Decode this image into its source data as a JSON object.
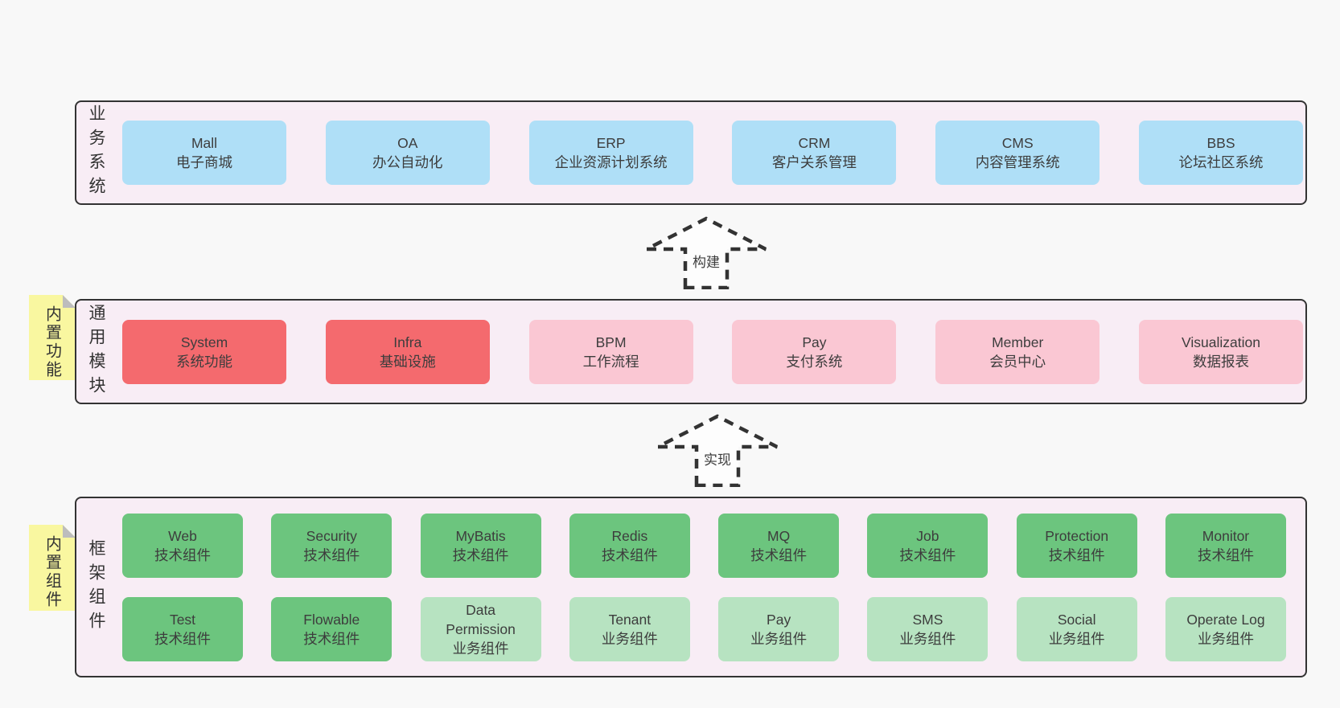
{
  "colors": {
    "page_bg": "#f8f8f8",
    "band_bg": "#f8edf5",
    "band_border": "#333333",
    "box_blue": "#afdff7",
    "box_red": "#f46a6e",
    "box_pink": "#fac7d3",
    "box_green": "#6cc57e",
    "box_green_light": "#b7e3c1",
    "note_bg": "#f9f7a0",
    "note_fold": "#bdbdbd",
    "text": "#3d3d3d"
  },
  "notes": [
    {
      "text": "内置功能"
    },
    {
      "text": "内置组件"
    }
  ],
  "arrows": [
    {
      "label": "构建"
    },
    {
      "label": "实现"
    }
  ],
  "bands": [
    {
      "label": "业务系统",
      "boxes": [
        {
          "title": "Mall",
          "subtitle": "电子商城"
        },
        {
          "title": "OA",
          "subtitle": "办公自动化"
        },
        {
          "title": "ERP",
          "subtitle": "企业资源计划系统"
        },
        {
          "title": "CRM",
          "subtitle": "客户关系管理"
        },
        {
          "title": "CMS",
          "subtitle": "内容管理系统"
        },
        {
          "title": "BBS",
          "subtitle": "论坛社区系统"
        }
      ]
    },
    {
      "label": "通用模块",
      "boxes": [
        {
          "title": "System",
          "subtitle": "系统功能"
        },
        {
          "title": "Infra",
          "subtitle": "基础设施"
        },
        {
          "title": "BPM",
          "subtitle": "工作流程"
        },
        {
          "title": "Pay",
          "subtitle": "支付系统"
        },
        {
          "title": "Member",
          "subtitle": "会员中心"
        },
        {
          "title": "Visualization",
          "subtitle": "数据报表"
        }
      ]
    },
    {
      "label": "框架组件",
      "rows": [
        [
          {
            "title": "Web",
            "subtitle": "技术组件"
          },
          {
            "title": "Security",
            "subtitle": "技术组件"
          },
          {
            "title": "MyBatis",
            "subtitle": "技术组件"
          },
          {
            "title": "Redis",
            "subtitle": "技术组件"
          },
          {
            "title": "MQ",
            "subtitle": "技术组件"
          },
          {
            "title": "Job",
            "subtitle": "技术组件"
          },
          {
            "title": "Protection",
            "subtitle": "技术组件"
          },
          {
            "title": "Monitor",
            "subtitle": "技术组件"
          }
        ],
        [
          {
            "title": "Test",
            "subtitle": "技术组件"
          },
          {
            "title": "Flowable",
            "subtitle": "技术组件"
          },
          {
            "title": "Data Permission",
            "subtitle": "业务组件"
          },
          {
            "title": "Tenant",
            "subtitle": "业务组件"
          },
          {
            "title": "Pay",
            "subtitle": "业务组件"
          },
          {
            "title": "SMS",
            "subtitle": "业务组件"
          },
          {
            "title": "Social",
            "subtitle": "业务组件"
          },
          {
            "title": "Operate Log",
            "subtitle": "业务组件"
          }
        ]
      ]
    }
  ]
}
